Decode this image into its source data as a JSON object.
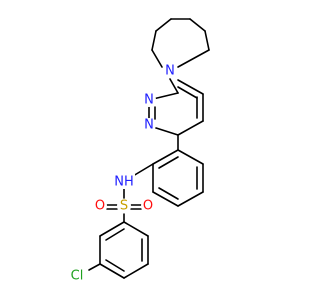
{
  "molecule": {
    "atoms": {
      "azepane_n": "N",
      "pyridazine_n1": "N",
      "pyridazine_n2": "N",
      "amide_nh": "NH",
      "sulfur": "S",
      "oxygen_left": "O",
      "oxygen_right": "O",
      "chlorine": "Cl"
    },
    "colors": {
      "bond": "#000000",
      "nitrogen": "#2020ff",
      "sulfur": "#c8a000",
      "oxygen": "#ff0d0d",
      "chlorine": "#1fa01f",
      "carbon": "#000000"
    }
  }
}
